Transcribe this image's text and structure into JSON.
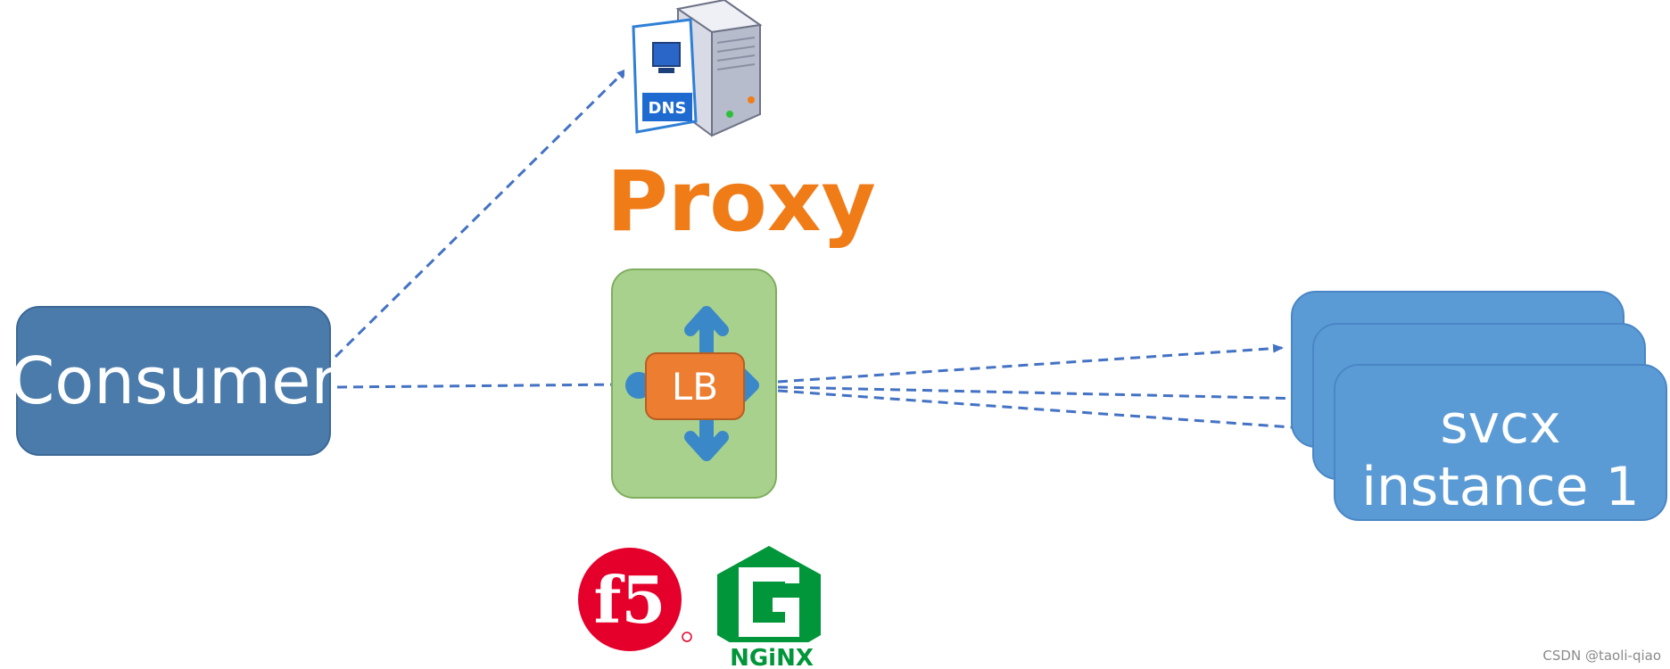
{
  "consumer": {
    "label": "Consumer"
  },
  "proxy": {
    "title": "Proxy",
    "lb_label": "LB"
  },
  "dns": {
    "label": "DNS"
  },
  "instances": {
    "line1": "svcx",
    "line2": "instance 1"
  },
  "logos": {
    "f5": "f5",
    "nginx": "NGiNX"
  },
  "watermark": "CSDN @taoli-qiao",
  "colors": {
    "consumer_fill": "#4a7bab",
    "instance_fill": "#5b9bd5",
    "proxy_title": "#f07c18",
    "lb_fill": "#ed7d31",
    "proxy_panel": "#a9d18e",
    "arrow": "#4472c4",
    "f5_red": "#e4002b",
    "nginx_green": "#009639"
  }
}
